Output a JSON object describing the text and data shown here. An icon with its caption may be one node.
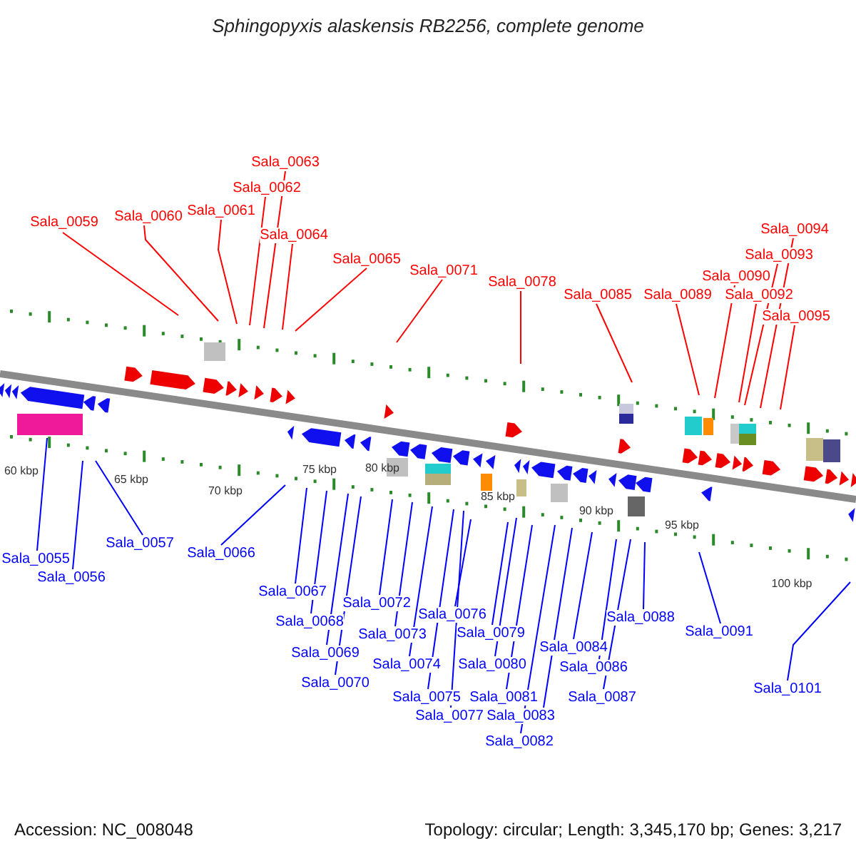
{
  "diagram": {
    "title": "Sphingopyxis alaskensis RB2256, complete genome",
    "nodes": [
      {
        "text": [
          "Sala_0059"
        ]
      },
      {
        "text": [
          "Sala_0060"
        ]
      },
      {
        "text": [
          "Sala_0061"
        ]
      },
      {
        "text": [
          "Sala_0062"
        ]
      },
      {
        "text": [
          "Sala_0063"
        ]
      },
      {
        "text": [
          "Sala_0064"
        ]
      },
      {
        "text": [
          "Sala_0065"
        ]
      },
      {
        "text": [
          "Sala_0071"
        ]
      },
      {
        "text": [
          "Sala_0078"
        ]
      },
      {
        "text": [
          "Sala_0085"
        ]
      },
      {
        "text": [
          "Sala_0089"
        ]
      },
      {
        "text": [
          "Sala_0090"
        ]
      },
      {
        "text": [
          "Sala_0092"
        ]
      },
      {
        "text": [
          "Sala_0093"
        ]
      },
      {
        "text": [
          "Sala_0094"
        ]
      },
      {
        "text": [
          "Sala_0095"
        ]
      },
      {
        "text": [
          "Sala_0055"
        ]
      },
      {
        "text": [
          "Sala_0056"
        ]
      },
      {
        "text": [
          "Sala_0057"
        ]
      },
      {
        "text": [
          "Sala_0066"
        ]
      },
      {
        "text": [
          "Sala_0067"
        ]
      },
      {
        "text": [
          "Sala_0068"
        ]
      },
      {
        "text": [
          "Sala_0069"
        ]
      },
      {
        "text": [
          "Sala_0070"
        ]
      },
      {
        "text": [
          "Sala_0072"
        ]
      },
      {
        "text": [
          "Sala_0073"
        ]
      },
      {
        "text": [
          "Sala_0074"
        ]
      },
      {
        "text": [
          "Sala_0075"
        ]
      },
      {
        "text": [
          "Sala_0076"
        ]
      },
      {
        "text": [
          "Sala_0077"
        ]
      },
      {
        "text": [
          "Sala_0079"
        ]
      },
      {
        "text": [
          "Sala_0080"
        ]
      },
      {
        "text": [
          "Sala_0081"
        ]
      },
      {
        "text": [
          "Sala_0082"
        ]
      },
      {
        "text": [
          "Sala_0083"
        ]
      },
      {
        "text": [
          "Sala_0084"
        ]
      },
      {
        "text": [
          "Sala_0086"
        ]
      },
      {
        "text": [
          "Sala_0087"
        ]
      },
      {
        "text": [
          "Sala_0088"
        ]
      },
      {
        "text": [
          "Sala_0091"
        ]
      },
      {
        "text": [
          "Sala_0101"
        ]
      }
    ],
    "edges": [
      {
        "from": 0,
        "to": null,
        "arrow": "none",
        "color": "#ff0000"
      },
      {
        "from": 1,
        "to": null,
        "arrow": "none",
        "color": "#ff0000"
      },
      {
        "from": 2,
        "to": null,
        "arrow": "none",
        "color": "#ff0000"
      },
      {
        "from": 3,
        "to": null,
        "arrow": "none",
        "color": "#ff0000"
      },
      {
        "from": 4,
        "to": null,
        "arrow": "none",
        "color": "#ff0000"
      },
      {
        "from": 5,
        "to": null,
        "arrow": "none",
        "color": "#ff0000"
      },
      {
        "from": 6,
        "to": null,
        "arrow": "none",
        "color": "#ff0000"
      },
      {
        "from": 7,
        "to": null,
        "arrow": "none",
        "color": "#ff0000"
      },
      {
        "from": 8,
        "to": null,
        "arrow": "none",
        "color": "#ff0000"
      },
      {
        "from": 9,
        "to": null,
        "arrow": "none",
        "color": "#ff0000"
      },
      {
        "from": 10,
        "to": null,
        "arrow": "none",
        "color": "#ff0000"
      },
      {
        "from": 11,
        "to": null,
        "arrow": "none",
        "color": "#ff0000"
      },
      {
        "from": 12,
        "to": null,
        "arrow": "none",
        "color": "#ff0000"
      },
      {
        "from": 13,
        "to": null,
        "arrow": "none",
        "color": "#ff0000"
      },
      {
        "from": 14,
        "to": null,
        "arrow": "none",
        "color": "#ff0000"
      },
      {
        "from": 15,
        "to": null,
        "arrow": "none",
        "color": "#ff0000"
      },
      {
        "from": 16,
        "to": null,
        "arrow": "none"
      },
      {
        "from": 17,
        "to": null,
        "arrow": "none"
      },
      {
        "from": 18,
        "to": null,
        "arrow": "none"
      },
      {
        "from": 19,
        "to": null,
        "arrow": "none"
      },
      {
        "from": 20,
        "to": null,
        "arrow": "none"
      },
      {
        "from": 21,
        "to": null,
        "arrow": "none"
      },
      {
        "from": 22,
        "to": null,
        "arrow": "none"
      },
      {
        "from": 23,
        "to": null,
        "arrow": "none"
      },
      {
        "from": 24,
        "to": null,
        "arrow": "none"
      },
      {
        "from": 25,
        "to": null,
        "arrow": "none"
      },
      {
        "from": 26,
        "to": null,
        "arrow": "none"
      },
      {
        "from": 27,
        "to": null,
        "arrow": "none"
      },
      {
        "from": 28,
        "to": null,
        "arrow": "none"
      },
      {
        "from": 29,
        "to": null,
        "arrow": "none"
      },
      {
        "from": 30,
        "to": null,
        "arrow": "none"
      },
      {
        "from": 31,
        "to": null,
        "arrow": "none"
      },
      {
        "from": 32,
        "to": null,
        "arrow": "none"
      },
      {
        "from": 33,
        "to": null,
        "arrow": "none"
      },
      {
        "from": 34,
        "to": null,
        "arrow": "none"
      },
      {
        "from": 35,
        "to": null,
        "arrow": "none"
      },
      {
        "from": 36,
        "to": null,
        "arrow": "none"
      },
      {
        "from": 37,
        "to": null,
        "arrow": "none"
      },
      {
        "from": 38,
        "to": null,
        "arrow": "none"
      },
      {
        "from": 39,
        "to": null,
        "arrow": "none"
      },
      {
        "from": 40,
        "to": null,
        "arrow": "none"
      }
    ],
    "labels": [
      "60 kbp",
      "65 kbp",
      "70 kbp",
      "75 kbp",
      "80 kbp",
      "85 kbp",
      "90 kbp",
      "95 kbp",
      "100 kbp",
      "Accession: NC_008048",
      "Topology: circular; Length: 3,345,170 bp; Genes: 3,217"
    ]
  }
}
